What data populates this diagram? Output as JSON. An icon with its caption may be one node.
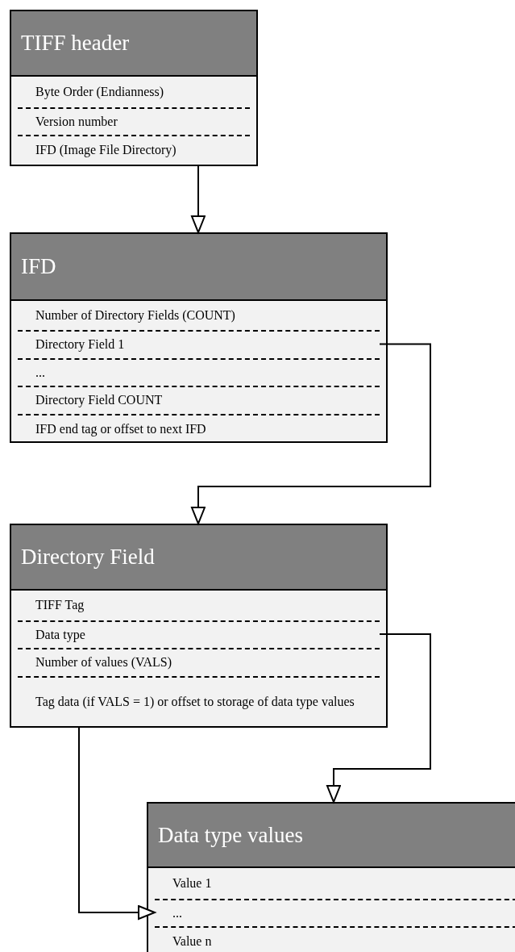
{
  "diagram": {
    "nodes": [
      {
        "text": [
          "TIFF header"
        ]
      },
      {
        "text": [
          "Byte Order (Endianness)"
        ],
        "in": 0
      },
      {
        "text": [
          "Version number"
        ],
        "in": 0
      },
      {
        "text": [
          "IFD (Image File Directory)"
        ],
        "in": 0
      },
      {
        "text": [
          "IFD"
        ]
      },
      {
        "text": [
          "Number of Directory Fields (COUNT)"
        ],
        "in": 4
      },
      {
        "text": [
          "Directory Field 1"
        ],
        "in": 4
      },
      {
        "text": [
          "..."
        ],
        "in": 4
      },
      {
        "text": [
          "Directory Field COUNT"
        ],
        "in": 4
      },
      {
        "text": [
          "IFD end tag or offset to next IFD"
        ],
        "in": 4
      },
      {
        "text": [
          "Directory Field"
        ]
      },
      {
        "text": [
          "TIFF Tag"
        ],
        "in": 10
      },
      {
        "text": [
          "Data type"
        ],
        "in": 10
      },
      {
        "text": [
          "Number of values (VALS)"
        ],
        "in": 10
      },
      {
        "text": [
          "Tag data (if VALS = 1) or offset to storage of data type values"
        ],
        "in": 10
      },
      {
        "text": [
          "Data type values"
        ]
      },
      {
        "text": [
          "Value 1"
        ],
        "in": 15
      },
      {
        "text": [
          "..."
        ],
        "in": 15
      },
      {
        "text": [
          "Value n"
        ],
        "in": 15
      }
    ],
    "edges": [
      {
        "from": 3,
        "to": 4,
        "arrow": "to"
      },
      {
        "from": 6,
        "to": 10,
        "arrow": "to"
      },
      {
        "from": 12,
        "to": 15,
        "arrow": "to"
      },
      {
        "from": 14,
        "to": 17,
        "arrow": "to"
      }
    ]
  }
}
